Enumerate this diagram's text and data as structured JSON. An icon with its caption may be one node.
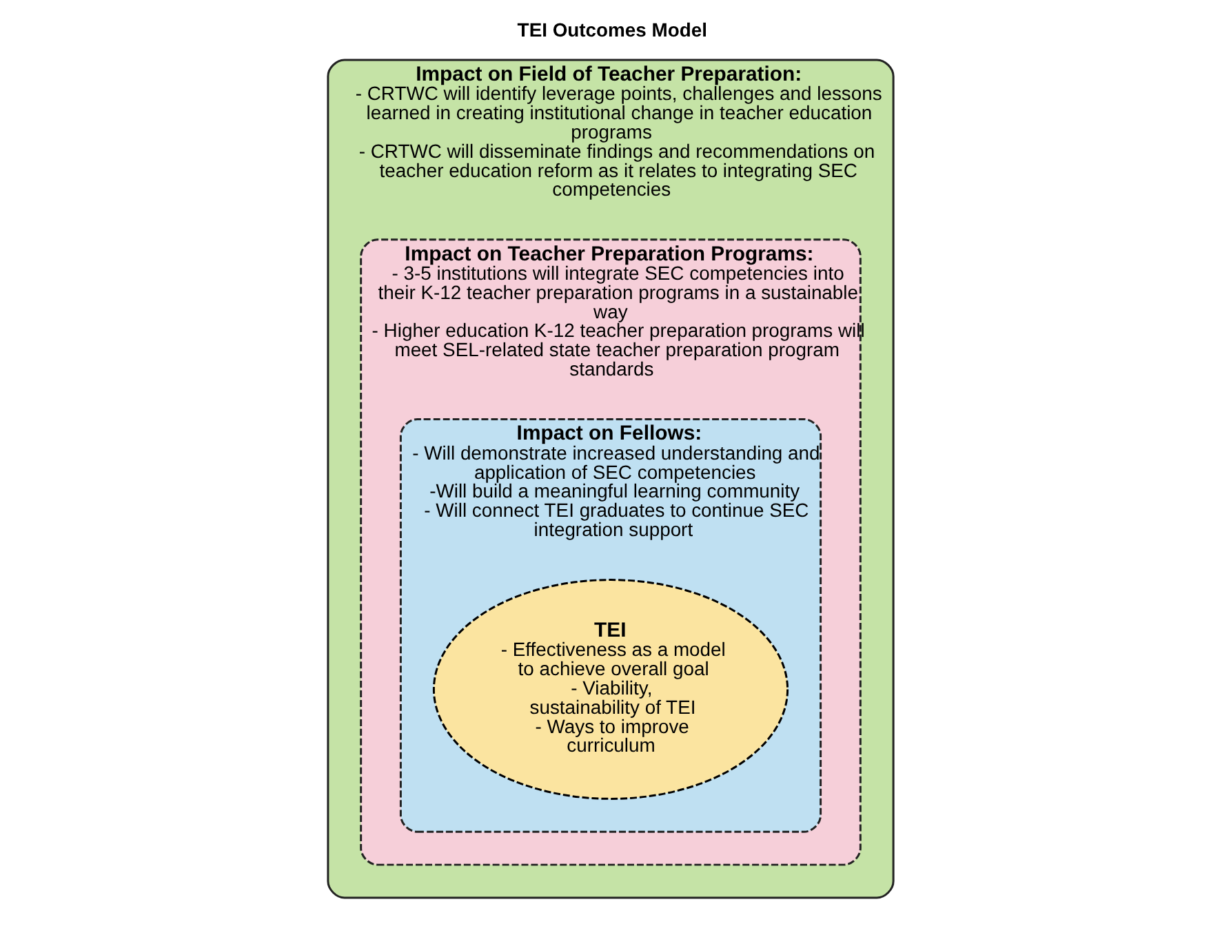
{
  "diagram": {
    "title": "TEI Outcomes Model",
    "nodes": [
      {
        "text": [
          "Impact on Field of Teacher Preparation:",
          "- CRTWC will identify leverage points, challenges and lessons learned in creating institutional change in teacher education programs",
          "- CRTWC will disseminate findings and recommendations on teacher education reform as it relates to integrating SEC competencies"
        ]
      },
      {
        "text": [
          "Impact on Teacher Preparation Programs:",
          "- 3-5 institutions will integrate SEC competencies into their K-12 teacher preparation programs in a sustainable way",
          "- Higher education K-12 teacher preparation programs will meet SEL-related state teacher preparation program standards"
        ],
        "in": 0
      },
      {
        "text": [
          "Impact on Fellows:",
          "- Will demonstrate increased understanding and application of SEC competencies",
          "-Will build a meaningful learning community",
          "- Will connect TEI graduates to continue SEC integration support"
        ],
        "in": 1
      },
      {
        "text": [
          "TEI",
          "- Effectiveness as a model to achieve overall goal",
          "- Viability, sustainability of TEI",
          "- Ways to improve curriculum"
        ],
        "in": 2
      }
    ]
  }
}
